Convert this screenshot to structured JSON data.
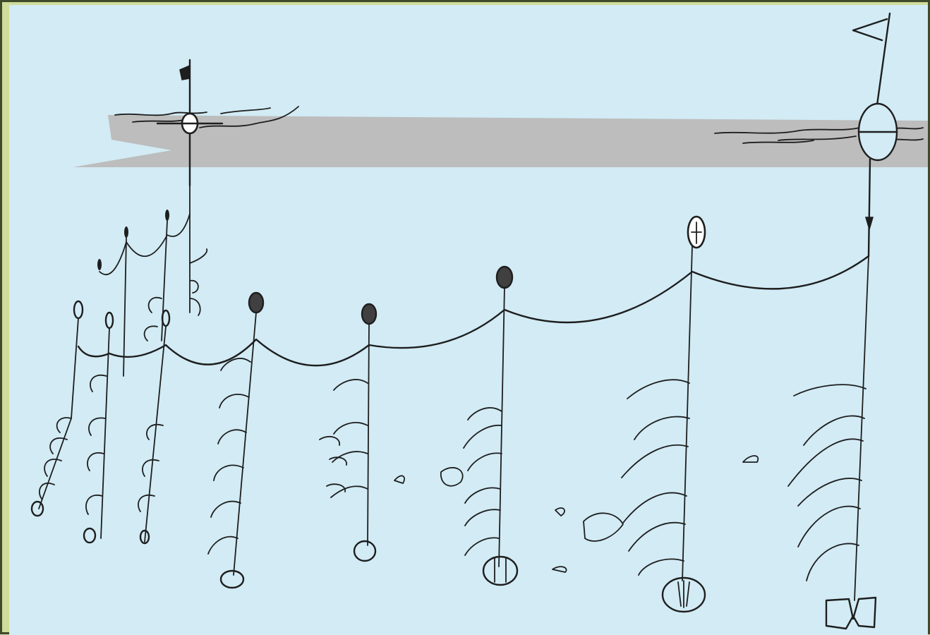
{
  "colors": {
    "frame": "#cfdc9a",
    "border": "#3f4a2c",
    "water": "#d2ebf5",
    "surface_band": "#bdbdbd",
    "ink": "#1e1e1e"
  },
  "elements": {
    "surface_band": "sea-surface",
    "left_buoy": "flag-buoy-left",
    "right_buoy": "flag-buoy-right",
    "mainline": "longline-mainline",
    "floats": "float-icons",
    "branch_lines": "branch-lines-with-hooks",
    "weights": "bottom-weights"
  }
}
